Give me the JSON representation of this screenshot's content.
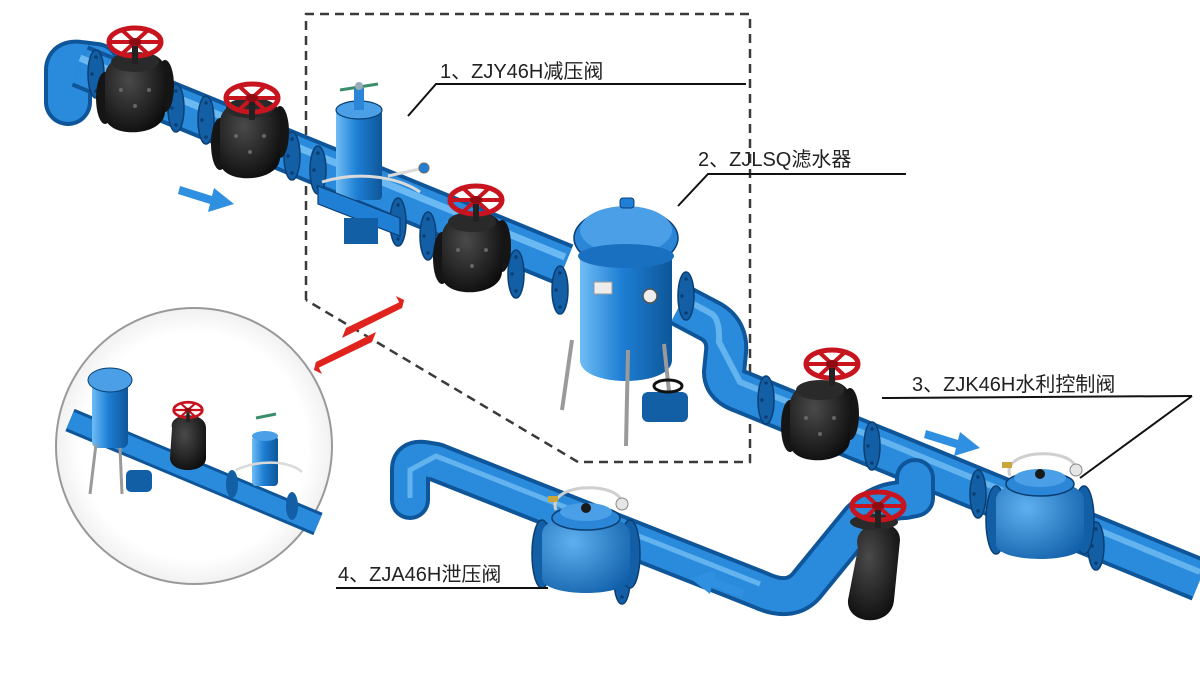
{
  "labels": {
    "valve_1": "1、ZJY46H减压阀",
    "valve_2": "2、ZJLSQ滤水器",
    "valve_3": "3、ZJK46H水利控制阀",
    "valve_4": "4、ZJA46H泄压阀"
  },
  "colors": {
    "pipe": "#1E7FD4",
    "pipe_dark": "#0F5EA8",
    "pipe_light": "#5FB0F0",
    "valve_body": "#1A1A1A",
    "handwheel": "#C8141E",
    "flow_arrow": "#2F8FE0",
    "swap_arrow": "#E0231C",
    "dashed_box": "#3A3A3A",
    "leader_line": "#111111"
  },
  "icons": [
    "flow-arrow-icon",
    "swap-arrow-icon",
    "handwheel-icon",
    "pressure-gauge-icon"
  ]
}
